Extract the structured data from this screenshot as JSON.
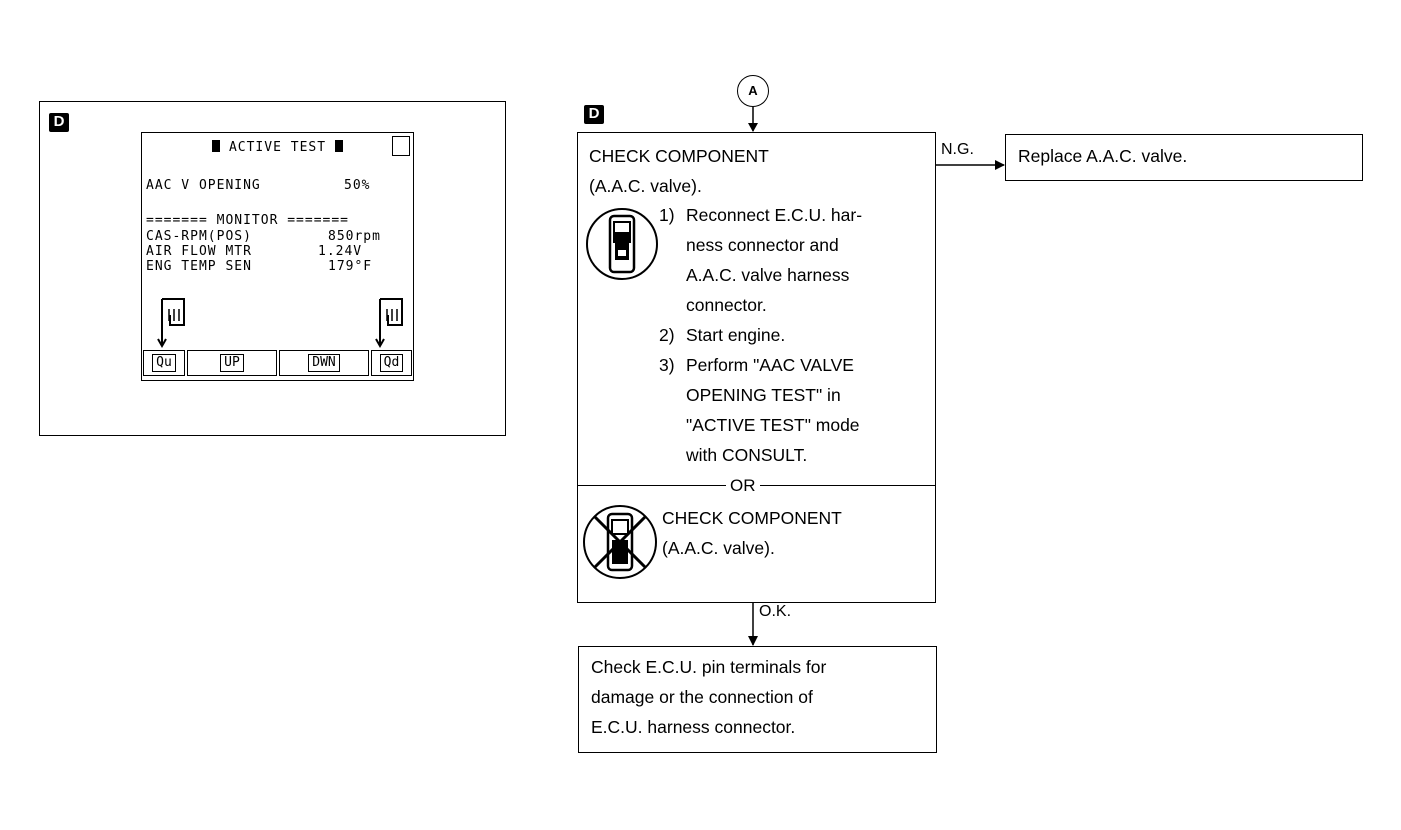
{
  "left_panel": {
    "tag": "D",
    "screen": {
      "title": "ACTIVE TEST",
      "row1_label": "AAC V OPENING",
      "row1_value": "50%",
      "monitor_header": "======= MONITOR =======",
      "monitor_rows": [
        {
          "label": "CAS-RPM(POS)",
          "value": "850rpm"
        },
        {
          "label": "AIR FLOW MTR",
          "value": "1.24V"
        },
        {
          "label": "ENG TEMP SEN",
          "value": "179°F"
        }
      ],
      "softkeys": [
        "Qu",
        "UP",
        "DWN",
        "Qd"
      ]
    }
  },
  "flowchart": {
    "connector": "A",
    "tag": "D",
    "main": {
      "heading": "CHECK COMPONENT",
      "subheading": "(A.A.C. valve).",
      "steps": [
        {
          "num": "1)",
          "lines": [
            "Reconnect E.C.U. har-",
            "ness connector and",
            "A.A.C. valve harness",
            "connector."
          ]
        },
        {
          "num": "2)",
          "lines": [
            "Start engine."
          ]
        },
        {
          "num": "3)",
          "lines": [
            "Perform \"AAC VALVE",
            "OPENING TEST\" in",
            "\"ACTIVE TEST\" mode",
            "with CONSULT."
          ]
        }
      ],
      "or": "OR",
      "alt_heading": "CHECK COMPONENT",
      "alt_subheading": "(A.A.C. valve)."
    },
    "ng_label": "N.G.",
    "ng_box": "Replace A.A.C. valve.",
    "ok_label": "O.K.",
    "ok_box_lines": [
      "Check E.C.U. pin terminals for",
      "damage or the connection of",
      "E.C.U. harness connector."
    ]
  }
}
